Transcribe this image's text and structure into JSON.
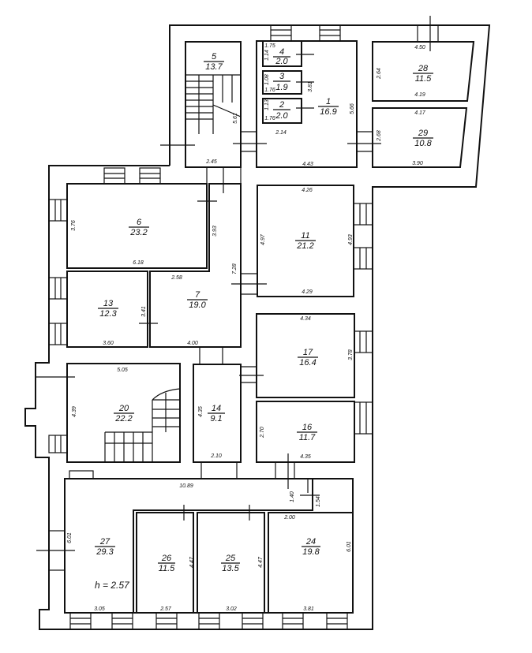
{
  "title": "Floor plan",
  "ceiling_height": "h = 2.57",
  "rooms": {
    "r1": {
      "number": "1",
      "area": "16.9"
    },
    "r2": {
      "number": "2",
      "area": "2.0"
    },
    "r3": {
      "number": "3",
      "area": "1.9"
    },
    "r4": {
      "number": "4",
      "area": "2.0"
    },
    "r5": {
      "number": "5",
      "area": "13.7"
    },
    "r6": {
      "number": "6",
      "area": "23.2"
    },
    "r7": {
      "number": "7",
      "area": "19.0"
    },
    "r11": {
      "number": "11",
      "area": "21.2"
    },
    "r13": {
      "number": "13",
      "area": "12.3"
    },
    "r14": {
      "number": "14",
      "area": "9.1"
    },
    "r16": {
      "number": "16",
      "area": "11.7"
    },
    "r17": {
      "number": "17",
      "area": "16.4"
    },
    "r20": {
      "number": "20",
      "area": "22.2"
    },
    "r24": {
      "number": "24",
      "area": "19.8"
    },
    "r25": {
      "number": "25",
      "area": "13.5"
    },
    "r26": {
      "number": "26",
      "area": "11.5"
    },
    "r27": {
      "number": "27",
      "area": "29.3"
    },
    "r28": {
      "number": "28",
      "area": "11.5"
    },
    "r29": {
      "number": "29",
      "area": "10.8"
    }
  },
  "dims": [
    "1.75",
    "1.14",
    "1.08",
    "1.76",
    "1.13",
    "1.76",
    "3.81",
    "5.66",
    "5.61",
    "2.14",
    "2.45",
    "4.43",
    "4.50",
    "2.64",
    "4.19",
    "4.17",
    "2.68",
    "3.90",
    "3.76",
    "6.18",
    "3.93",
    "2.58",
    "7.28",
    "3.41",
    "3.60",
    "4.00",
    "4.26",
    "4.97",
    "4.93",
    "4.29",
    "4.34",
    "3.78",
    "5.05",
    "4.39",
    "4.35",
    "2.10",
    "2.70",
    "4.35",
    "10.89",
    "1.40",
    "1.54",
    "2.00",
    "6.01",
    "4.47",
    "4.47",
    "6.01",
    "3.05",
    "2.57",
    "3.02",
    "3.81"
  ]
}
